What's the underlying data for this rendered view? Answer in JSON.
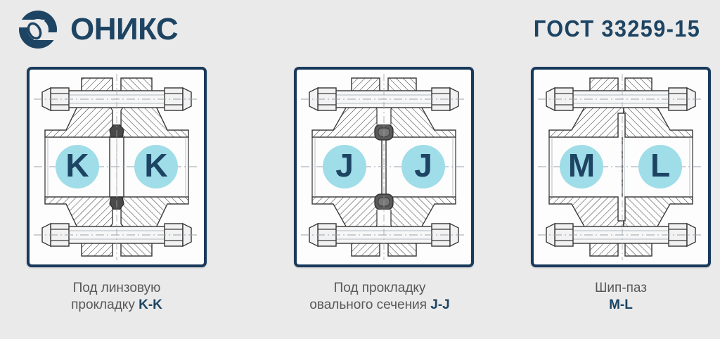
{
  "header": {
    "brand_name": "ОНИКС",
    "logo_icon": "onyx-circular-logo",
    "standard_label": "ГОСТ 33259-15"
  },
  "colors": {
    "background": "#eaeaea",
    "navy": "#1d4463",
    "border_navy": "#1a3a5c",
    "cyan_circle": "#9fdde8",
    "caption_gray": "#58585a",
    "drawing_line": "#3a3a3a",
    "gasket_dark": "#4a4a4a"
  },
  "panels": [
    {
      "id": "panel-1",
      "marker_left": "K",
      "marker_right": "K",
      "gasket_type": "lens-gasket",
      "caption_line1": "Под линзовую",
      "caption_line2_prefix": "прокладку ",
      "caption_code": "K-K"
    },
    {
      "id": "panel-2",
      "marker_left": "J",
      "marker_right": "J",
      "gasket_type": "oval-section-gasket",
      "caption_line1": "Под прокладку",
      "caption_line2_prefix": "овального сечения ",
      "caption_code": "J-J"
    },
    {
      "id": "panel-3",
      "marker_left": "M",
      "marker_right": "L",
      "gasket_type": "tongue-and-groove",
      "caption_line1": "Шип-паз",
      "caption_line2_prefix": "",
      "caption_code": "M-L"
    }
  ]
}
